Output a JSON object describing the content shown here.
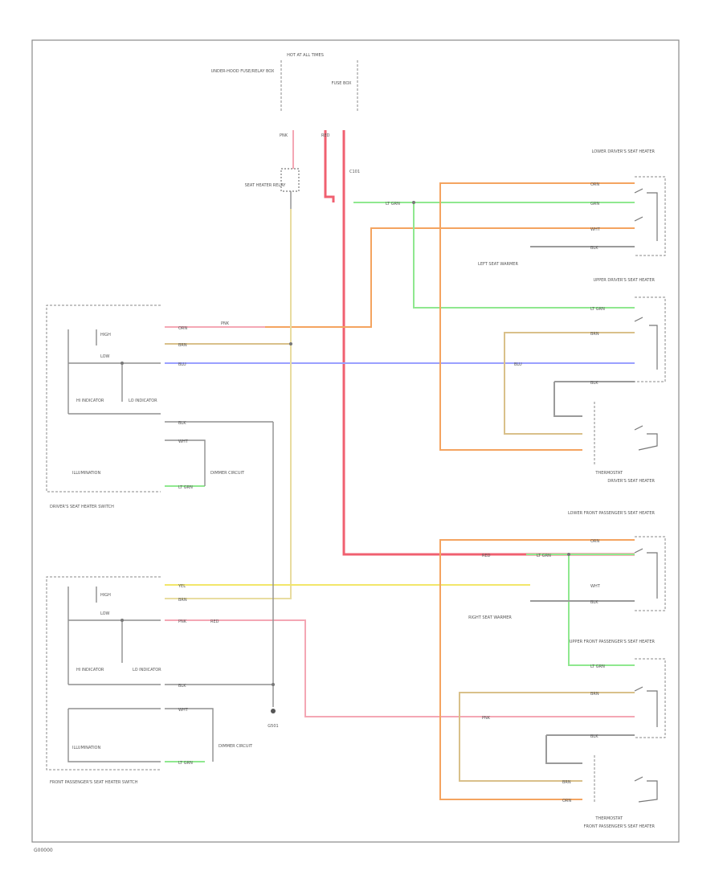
{
  "labels": {
    "fuse_hot": "HOT AT ALL TIMES",
    "underhood_fuse": "UNDER-HOOD FUSE/RELAY BOX",
    "relay_box": "FUSE BOX",
    "heater_relay": "SEAT HEATER RELAY",
    "conn_top": "C101",
    "lower_drv_seat_heater": "LOWER DRIVER'S SEAT HEATER",
    "upper_drv_seat_heater": "UPPER DRIVER'S SEAT HEATER",
    "drv_seat_heater": "DRIVER'S SEAT HEATER",
    "drv_seat_heater_switch": "DRIVER'S SEAT HEATER SWITCH",
    "lower_pass_seat_heater": "LOWER FRONT PASSENGER'S SEAT HEATER",
    "upper_pass_seat_heater": "UPPER FRONT PASSENGER'S SEAT HEATER",
    "pass_seat_heater": "FRONT PASSENGER'S SEAT HEATER",
    "pass_seat_heater_switch": "FRONT PASSENGER'S SEAT HEATER SWITCH",
    "left_seat_warmer": "LEFT SEAT WARMER",
    "right_seat_warmer": "RIGHT SEAT WARMER",
    "high": "HIGH",
    "low": "LOW",
    "hi_indicator": "HI INDICATOR",
    "lo_indicator": "LO INDICATOR",
    "illumination": "ILLUMINATION",
    "dimmer_circuit": "DIMMER CIRCUIT",
    "ground": "G501",
    "thermostat": "THERMOSTAT",
    "figure_id": "G00000"
  },
  "wires": {
    "orn": "ORN",
    "grn": "GRN",
    "blu": "BLU",
    "yel": "YEL",
    "pnk": "PNK",
    "red": "RED",
    "blk": "BLK",
    "brn": "BRN",
    "lt_grn": "LT GRN",
    "wht": "WHT"
  },
  "colors": {
    "orange": "#f4a460",
    "green": "#8fe88f",
    "blue": "#9aa0ff",
    "yellow": "#f2e66a",
    "pink": "#f4a7b4",
    "red": "#f06070",
    "tan": "#d9c08a",
    "gray": "#9a9a9a"
  }
}
